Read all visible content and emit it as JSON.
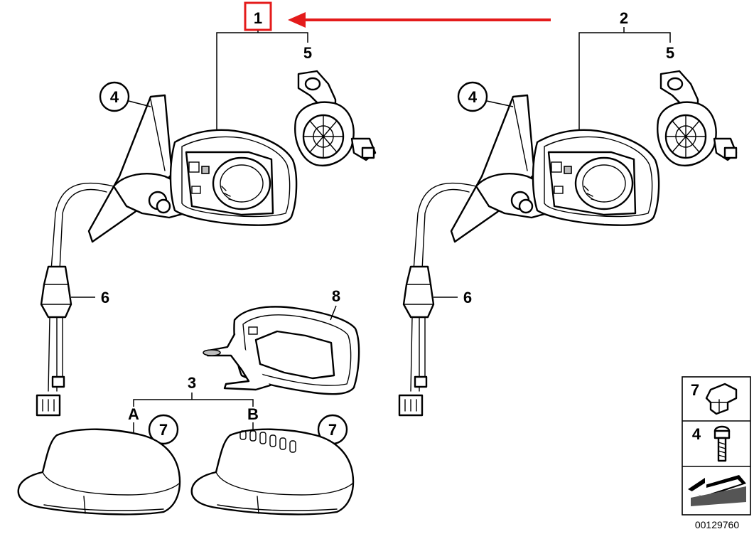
{
  "labels": {
    "l1": "1",
    "l2": "2",
    "l3": "3",
    "l4a": "4",
    "l4b": "4",
    "l5a": "5",
    "l5b": "5",
    "l6a": "6",
    "l6b": "6",
    "l7a": "7",
    "l7b": "7",
    "l8": "8",
    "la": "A",
    "lb": "B"
  },
  "legend": {
    "row1": "7",
    "row2": "4"
  },
  "part_number": "00129760",
  "highlight": {
    "color": "#e41b1b",
    "arrow_color": "#e41b1b"
  },
  "icons": {
    "legend_row1": "clip-icon",
    "legend_row2": "screw-icon",
    "legend_row3": "direction-arrow-icon"
  }
}
